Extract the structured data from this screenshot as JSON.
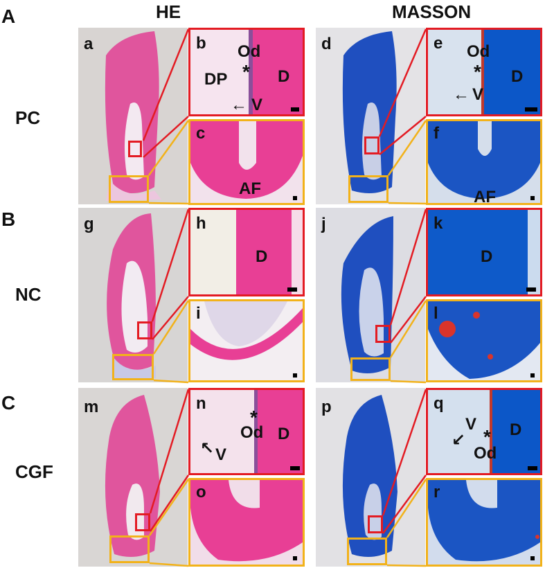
{
  "figure": {
    "column_titles": [
      "HE",
      "MASSON"
    ],
    "section_letters": [
      "A",
      "B",
      "C"
    ],
    "row_labels": [
      "PC",
      "NC",
      "CGF"
    ],
    "panel_letters": [
      "a",
      "b",
      "c",
      "d",
      "e",
      "f",
      "g",
      "h",
      "i",
      "j",
      "k",
      "l",
      "m",
      "n",
      "o",
      "p",
      "q",
      "r"
    ],
    "annotations": {
      "od": "Od",
      "dp": "DP",
      "d": "D",
      "v": "V",
      "af": "AF",
      "star": "*"
    }
  },
  "colors": {
    "he_stain": "#e0559d",
    "masson_stain": "#1f4fbf",
    "red_frame": "#e31b23",
    "yellow_frame": "#f2b21a"
  }
}
